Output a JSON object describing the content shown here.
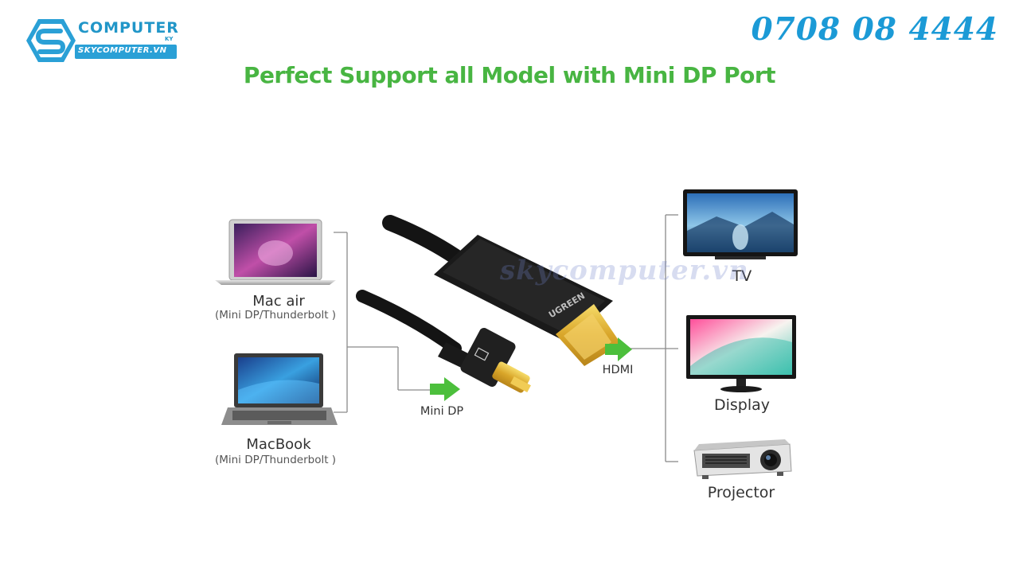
{
  "brand": {
    "name": "COMPUTER",
    "ky": "KY",
    "site": "SKYCOMPUTER.VN",
    "logo_icon": "s-hexagon-logo-icon",
    "color": "#2196c8"
  },
  "phone": "0708 08 4444",
  "headline": "Perfect Support all Model with Mini DP Port",
  "watermark": "skycomputer.vn",
  "inputs": [
    {
      "name": "Mac air",
      "sub": "(Mini DP/Thunderbolt )",
      "icon": "macbook-air-icon"
    },
    {
      "name": "MacBook",
      "sub": "(Mini DP/Thunderbolt )",
      "icon": "macbook-icon"
    }
  ],
  "ports": {
    "input": "Mini DP",
    "output": "HDMI",
    "cable_brand": "UGREEN"
  },
  "outputs": [
    {
      "name": "TV",
      "icon": "tv-icon"
    },
    {
      "name": "Display",
      "icon": "monitor-icon"
    },
    {
      "name": "Projector",
      "icon": "projector-icon"
    }
  ],
  "colors": {
    "headline": "#48b542",
    "phone": "#1b9ad6",
    "arrow": "#4cbf3c",
    "connector_gold": "#e0b52e"
  }
}
